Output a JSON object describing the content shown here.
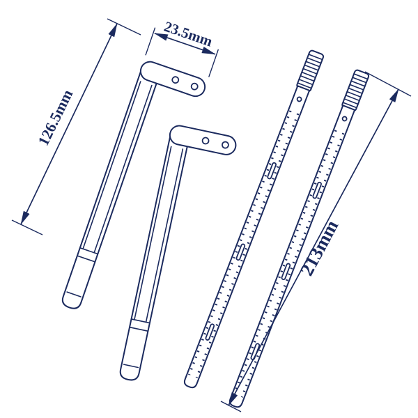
{
  "colors": {
    "ink": "#1b2a5e",
    "background": "#ffffff"
  },
  "diagram": {
    "dimensions": {
      "tab_width": "23.5mm",
      "arm_length": "126.5mm",
      "strip_length": "213mm"
    },
    "parts": [
      {
        "name": "corner-bracket-arm-left"
      },
      {
        "name": "corner-bracket-arm-middle"
      },
      {
        "name": "toothed-adjustment-strip-inner"
      },
      {
        "name": "toothed-adjustment-strip-outer"
      }
    ]
  }
}
